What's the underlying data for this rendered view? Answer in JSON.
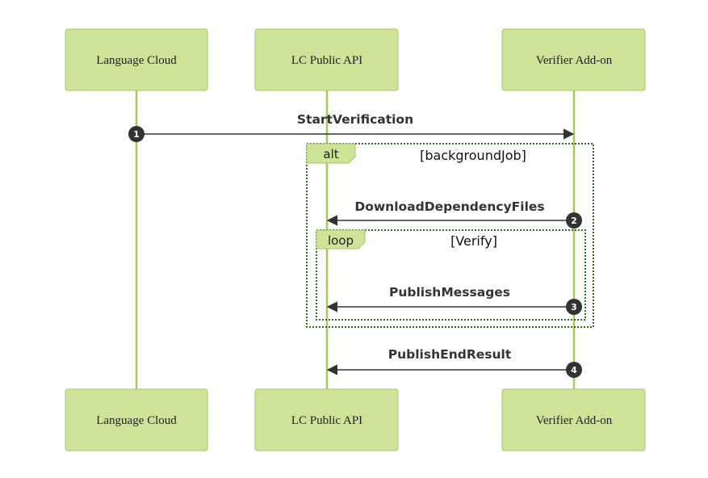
{
  "colors": {
    "actor_fill": "#cde498",
    "actor_stroke": "#a3c960",
    "lifeline": "#a3c960",
    "message": "#333333",
    "frame_border": "#356c1a"
  },
  "actors": [
    {
      "name": "Language Cloud"
    },
    {
      "name": "LC Public API"
    },
    {
      "name": "Verifier Add-on"
    }
  ],
  "frames": {
    "alt": {
      "label": "alt",
      "condition": "[backgroundJob]"
    },
    "loop": {
      "label": "loop",
      "condition": "[Verify]"
    }
  },
  "messages": [
    {
      "number": "1",
      "text": "StartVerification",
      "from": "Language Cloud",
      "to": "Verifier Add-on"
    },
    {
      "number": "2",
      "text": "DownloadDependencyFiles",
      "from": "Verifier Add-on",
      "to": "LC Public API"
    },
    {
      "number": "3",
      "text": "PublishMessages",
      "from": "Verifier Add-on",
      "to": "LC Public API"
    },
    {
      "number": "4",
      "text": "PublishEndResult",
      "from": "Verifier Add-on",
      "to": "LC Public API"
    }
  ]
}
